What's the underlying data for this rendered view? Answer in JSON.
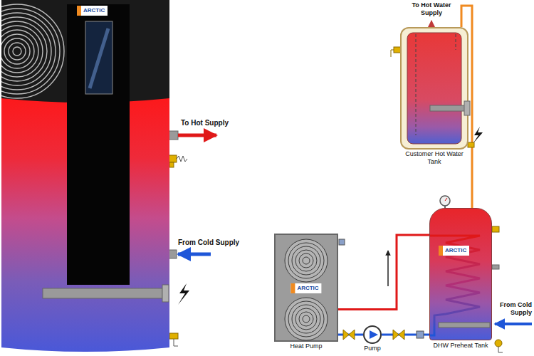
{
  "diagram": {
    "nodes": [
      {
        "text": [
          "ARCTIC"
        ]
      },
      {
        "text": [
          "Customer Hot Water Tank"
        ]
      },
      {
        "text": [
          "ARCTIC",
          "Heat Pump"
        ]
      },
      {
        "text": [
          "Pump"
        ]
      },
      {
        "text": [
          "ARCTIC",
          "DHW Preheat Tank"
        ]
      }
    ],
    "edges": [
      {
        "from": 2,
        "to": 4,
        "arrow": "none"
      },
      {
        "from": 4,
        "to": 3,
        "arrow": "none"
      },
      {
        "from": 3,
        "to": 2,
        "arrow": "none"
      },
      {
        "from": 4,
        "to": 1,
        "arrow": "none"
      }
    ],
    "labels": [
      "To Hot Supply",
      "From Cold Supply",
      "To Hot Water Supply",
      "From Cold Supply"
    ]
  }
}
